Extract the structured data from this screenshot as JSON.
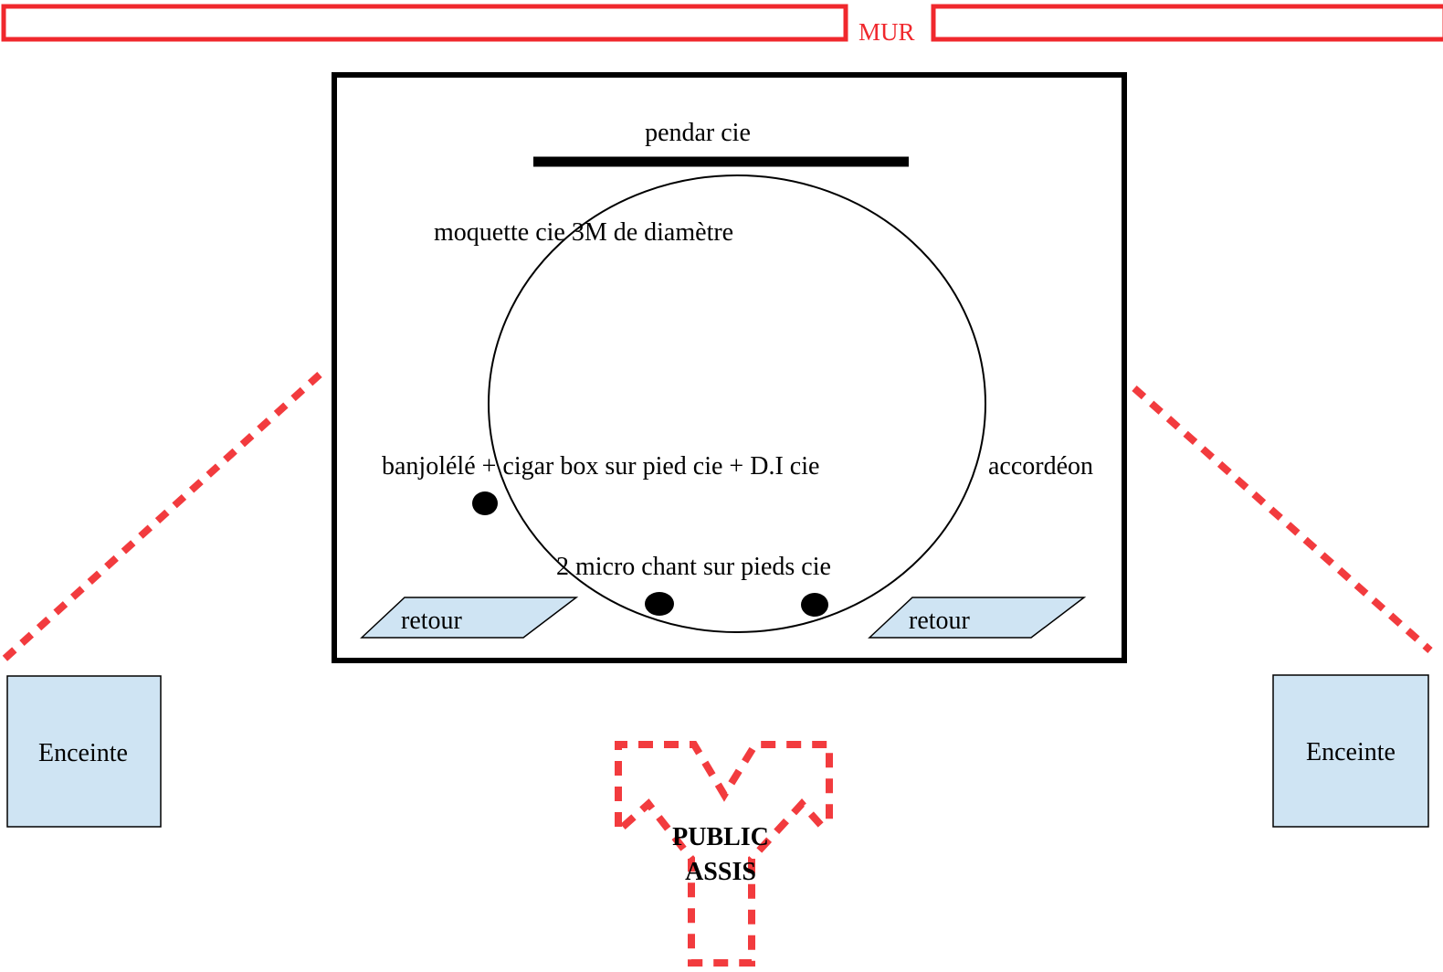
{
  "wall": {
    "label": "MUR"
  },
  "stage": {
    "backdrop_label": "pendar cie",
    "carpet_label": "moquette cie 3M de diamètre",
    "instrument_left_label": "banjolélé + cigar box sur pied cie + D.I cie",
    "instrument_right_label": "accordéon",
    "vocal_mics_label": "2 micro chant sur pieds cie",
    "monitor_left_label": "retour",
    "monitor_right_label": "retour"
  },
  "speakers": {
    "left_label": "Enceinte",
    "right_label": "Enceinte"
  },
  "audience": {
    "line1": "PUBLIC",
    "line2": "ASSIS"
  },
  "colors": {
    "wall_red": "#f0282d",
    "dashed_red": "#f23b3e",
    "equipment_fill": "#cfe4f3",
    "outline": "#000000"
  }
}
